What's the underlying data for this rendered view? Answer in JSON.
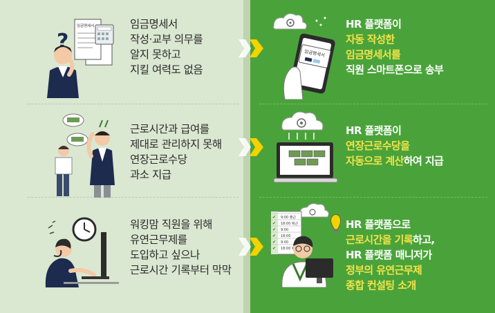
{
  "rows": [
    {
      "problem_lines": [
        "임금명세서",
        "작성·교부 의무를",
        "알지 못하고",
        "지킬 여력도 없음"
      ],
      "solution_parts": [
        [
          {
            "t": "HR 플랫폼이",
            "hl": false
          }
        ],
        [
          {
            "t": "자동 작성한",
            "hl": true
          }
        ],
        [
          {
            "t": "임금명세서를",
            "hl": true
          }
        ],
        [
          {
            "t": "직원 스마트폰으로 송부",
            "hl": false
          }
        ]
      ],
      "illus_label": "임금명세서",
      "phone_label": "임금명세서"
    },
    {
      "problem_lines": [
        "근로시간과 급여를",
        "제대로 관리하지 못해",
        "연장근로수당",
        "과소 지급"
      ],
      "solution_parts": [
        [
          {
            "t": "HR 플랫폼이",
            "hl": false
          }
        ],
        [
          {
            "t": "연장근로수당을",
            "hl": true
          }
        ],
        [
          {
            "t": "자동으로 계산",
            "hl": true
          },
          {
            "t": "하여 지급",
            "hl": false
          }
        ]
      ]
    },
    {
      "problem_lines": [
        "워킹맘 직원을 위해",
        "유연근무제를",
        "도입하고 싶으나",
        "근로시간 기록부터 막막"
      ],
      "solution_parts": [
        [
          {
            "t": "HR 플랫폼으로",
            "hl": false
          }
        ],
        [
          {
            "t": "근로시간을 기록",
            "hl": true
          },
          {
            "t": "하고,",
            "hl": false
          }
        ],
        [
          {
            "t": "HR 플랫폼 매니저가",
            "hl": false
          }
        ],
        [
          {
            "t": "정부의 유연근무제",
            "hl": true
          }
        ],
        [
          {
            "t": "종합 컨설팅 소개",
            "hl": true
          }
        ]
      ],
      "sheet_rows": [
        "9:00 출근",
        "18:00 퇴근",
        "9:00",
        "18:00",
        "9:00",
        "18:00 퇴근"
      ]
    }
  ],
  "colors": {
    "left_bg": "#dae7d1",
    "right_bg": "#4aa33a",
    "highlight": "#f2e34a",
    "arrow": "#f5d200"
  }
}
